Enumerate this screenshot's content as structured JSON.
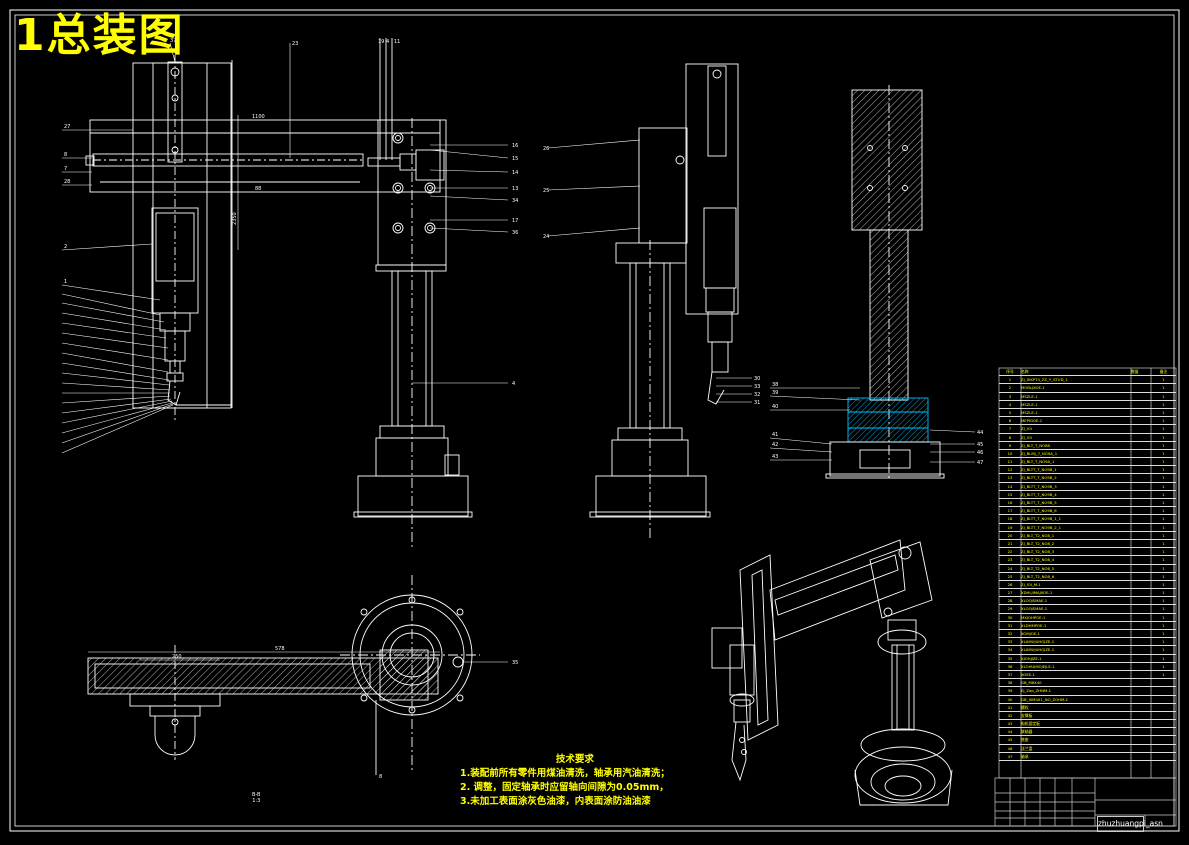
{
  "drawing": {
    "title": "1总装图",
    "section_label": "B-B",
    "section_scale": "1:3",
    "drawing_code": "zhuzhuangpi_asn"
  },
  "colors": {
    "background": "#000000",
    "line": "#ffffff",
    "title": "#ffff00",
    "leader": "#ffffff",
    "highlight": "#00bfff",
    "text": "#ffff00"
  },
  "technical_requirements": {
    "heading": "技术要求",
    "items": [
      "1.装配前所有零件用煤油清洗，轴承用汽油清洗；",
      "2. 调整，固定轴承时应留轴向间隙为0.05mm，",
      "3.未加工表面涂灰色油漆，内表面涂防油油漆"
    ]
  },
  "dimensions": {
    "arm_length": "1100",
    "base_width": "578",
    "slot_width": "250",
    "column_height": "350"
  },
  "bom": {
    "header": [
      "序号",
      "名称",
      "数量",
      "备注"
    ],
    "rows": [
      [
        "1",
        "ZJ_XIKPT4_ZZ_Y_STUD_1",
        "",
        "1"
      ],
      [
        "2",
        "MOBLJXOE-1",
        "",
        "1"
      ],
      [
        "3",
        "MSZLE-1",
        "",
        "1"
      ],
      [
        "4",
        "MSZLE-1",
        "",
        "1"
      ],
      [
        "5",
        "MSZLE-1",
        "",
        "1"
      ],
      [
        "6",
        "MEPIGOE-1",
        "",
        "1"
      ],
      [
        "7",
        "ZJ_IOI",
        "",
        "1"
      ],
      [
        "8",
        "ZJ_IOI",
        "",
        "1"
      ],
      [
        "9",
        "ZJ_BLT_T_NO88",
        "",
        "1"
      ],
      [
        "10",
        "ZJ_BLMJ_7_NO9A_1",
        "",
        "1"
      ],
      [
        "11",
        "ZJ_BLT_T_NO9A_1",
        "",
        "1"
      ],
      [
        "12",
        "ZJ_BLTT_T_NO9B_1",
        "",
        "1"
      ],
      [
        "13",
        "ZJ_BLTT_T_NO9B_2",
        "",
        "1"
      ],
      [
        "14",
        "ZJ_BLTT_T_NO9B_3",
        "",
        "1"
      ],
      [
        "15",
        "ZJ_BLTT_T_NO9B_4",
        "",
        "1"
      ],
      [
        "16",
        "ZJ_BLTT_T_NO9B_5",
        "",
        "1"
      ],
      [
        "17",
        "ZJ_BLTT_T_NO9B_6",
        "",
        "1"
      ],
      [
        "18",
        "ZJ_BLTT_T_NO9B_1_1",
        "",
        "1"
      ],
      [
        "19",
        "ZJ_BLTT_T_NO9B_2_1",
        "",
        "1"
      ],
      [
        "20",
        "ZJ_BLT_T2_NO8_1",
        "",
        "1"
      ],
      [
        "21",
        "ZJ_BLT_T2_NO8_2",
        "",
        "1"
      ],
      [
        "22",
        "ZJ_BLT_T2_NO8_3",
        "",
        "1"
      ],
      [
        "23",
        "ZJ_BLT_T2_NO8_4",
        "",
        "1"
      ],
      [
        "24",
        "ZJ_BLT_T2_NO8_5",
        "",
        "1"
      ],
      [
        "25",
        "ZJ_BLT_T2_NO8_6",
        "",
        "1"
      ],
      [
        "26",
        "ZJ_IOI_M-1",
        "",
        "1"
      ],
      [
        "27",
        "XDHLJIMAJXOE-1",
        "",
        "1"
      ],
      [
        "28",
        "XLOOJSMAE-1",
        "",
        "1"
      ],
      [
        "29",
        "XLOOJSMAE-1",
        "",
        "1"
      ],
      [
        "30",
        "MXJOHPOE-1",
        "",
        "1"
      ],
      [
        "31",
        "XLDHMPOE-1",
        "",
        "1"
      ],
      [
        "32",
        "XOMJOE-1",
        "",
        "1"
      ],
      [
        "33",
        "XLAMUJUHOJZE-1",
        "",
        "1"
      ],
      [
        "34",
        "XLAMUJUHOJZE-1",
        "",
        "1"
      ],
      [
        "35",
        "XJOHJJZE-1",
        "",
        "1"
      ],
      [
        "36",
        "XLOHUJMOJEJLE-1",
        "",
        "1"
      ],
      [
        "37",
        "XOEE-1",
        "",
        "1"
      ],
      [
        "38",
        "GB_M6X40",
        "",
        ""
      ],
      [
        "39",
        "EJ_Zap_ZHNM-1",
        "",
        ""
      ],
      [
        "40",
        "GB_XIM4X1_NO_ZOHM-1",
        "",
        ""
      ],
      [
        "41",
        "螺栓",
        "",
        ""
      ],
      [
        "42",
        "支撑板",
        "",
        ""
      ],
      [
        "43",
        "电机固定板",
        "",
        ""
      ],
      [
        "44",
        "联轴器",
        "",
        ""
      ],
      [
        "45",
        "底座",
        "",
        ""
      ],
      [
        "46",
        "法兰盘",
        "",
        ""
      ],
      [
        "47",
        "轴承",
        "",
        ""
      ]
    ]
  }
}
